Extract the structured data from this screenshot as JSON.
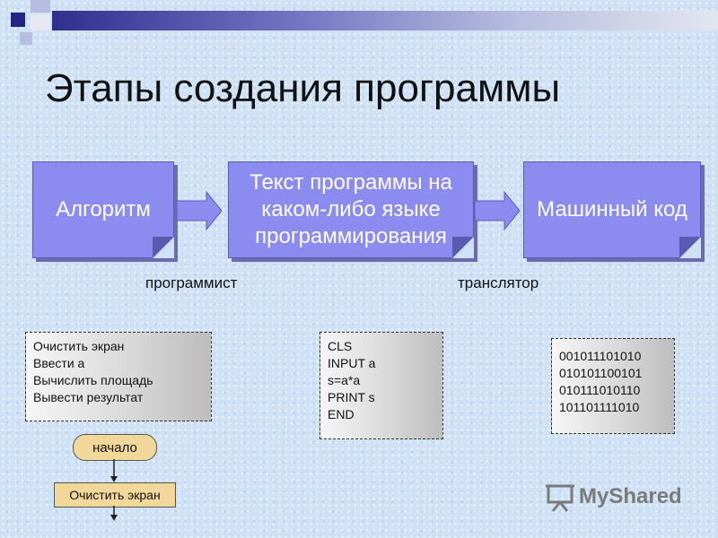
{
  "slide": {
    "title": "Этапы создания программы"
  },
  "blocks": {
    "algorithm": "Алгоритм",
    "program_text": [
      "Текст программы на",
      "каком-либо языке",
      "программирования"
    ],
    "machine_code": "Машинный код"
  },
  "captions": {
    "programmer": "программист",
    "translator": "транслятор"
  },
  "algorithm_steps": [
    "Очистить экран",
    "Ввести a",
    "Вычислить площадь",
    "Вывести результат"
  ],
  "program_code": [
    "CLS",
    "INPUT a",
    "s=a*a",
    "PRINT s",
    "END"
  ],
  "binary_code": [
    "001011101010",
    "010101100101",
    "010111010110",
    "101101111010"
  ],
  "flowchart": {
    "start": "начало",
    "step": "Очистить экран"
  },
  "logo": {
    "text": "MyShared"
  },
  "colors": {
    "block_fill": "#8c8cf0",
    "header_bar": "#2f2f8f",
    "flow_fill": "#f2d79a"
  }
}
